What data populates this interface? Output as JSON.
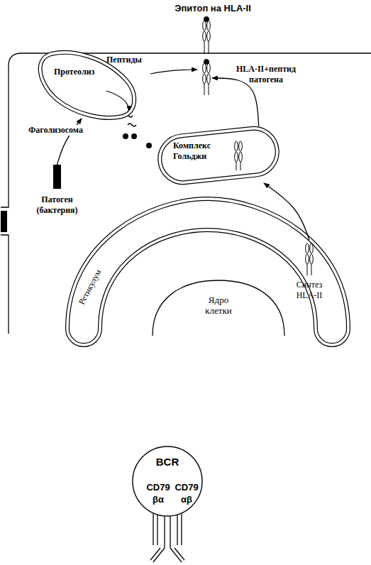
{
  "diagram": {
    "title": "Эпитоп на HLA-II",
    "nodes": [
      {
        "text": [
          "Протеолиз"
        ]
      },
      {
        "text": [
          "HLA-II+пептид патогена"
        ]
      },
      {
        "text": [
          "Комплекс Гольджи"
        ]
      },
      {
        "text": [
          "Патоген (бактерия)"
        ]
      },
      {
        "text": [
          "Ретикулум"
        ]
      },
      {
        "text": [
          "Синтез HLA-II"
        ],
        "in": 4
      },
      {
        "text": [
          "Ядро клетки"
        ]
      },
      {
        "text": [
          "BCR",
          "CD79 βα",
          "CD79 αβ"
        ]
      }
    ],
    "edges": [
      {
        "from": 3,
        "to": 0,
        "arrow": "to",
        "label": "Фаголизосома"
      },
      {
        "from": 2,
        "to": 1,
        "arrow": "to"
      },
      {
        "from": 5,
        "to": 2,
        "arrow": "to"
      }
    ],
    "labels": [
      "Пептиды"
    ]
  }
}
